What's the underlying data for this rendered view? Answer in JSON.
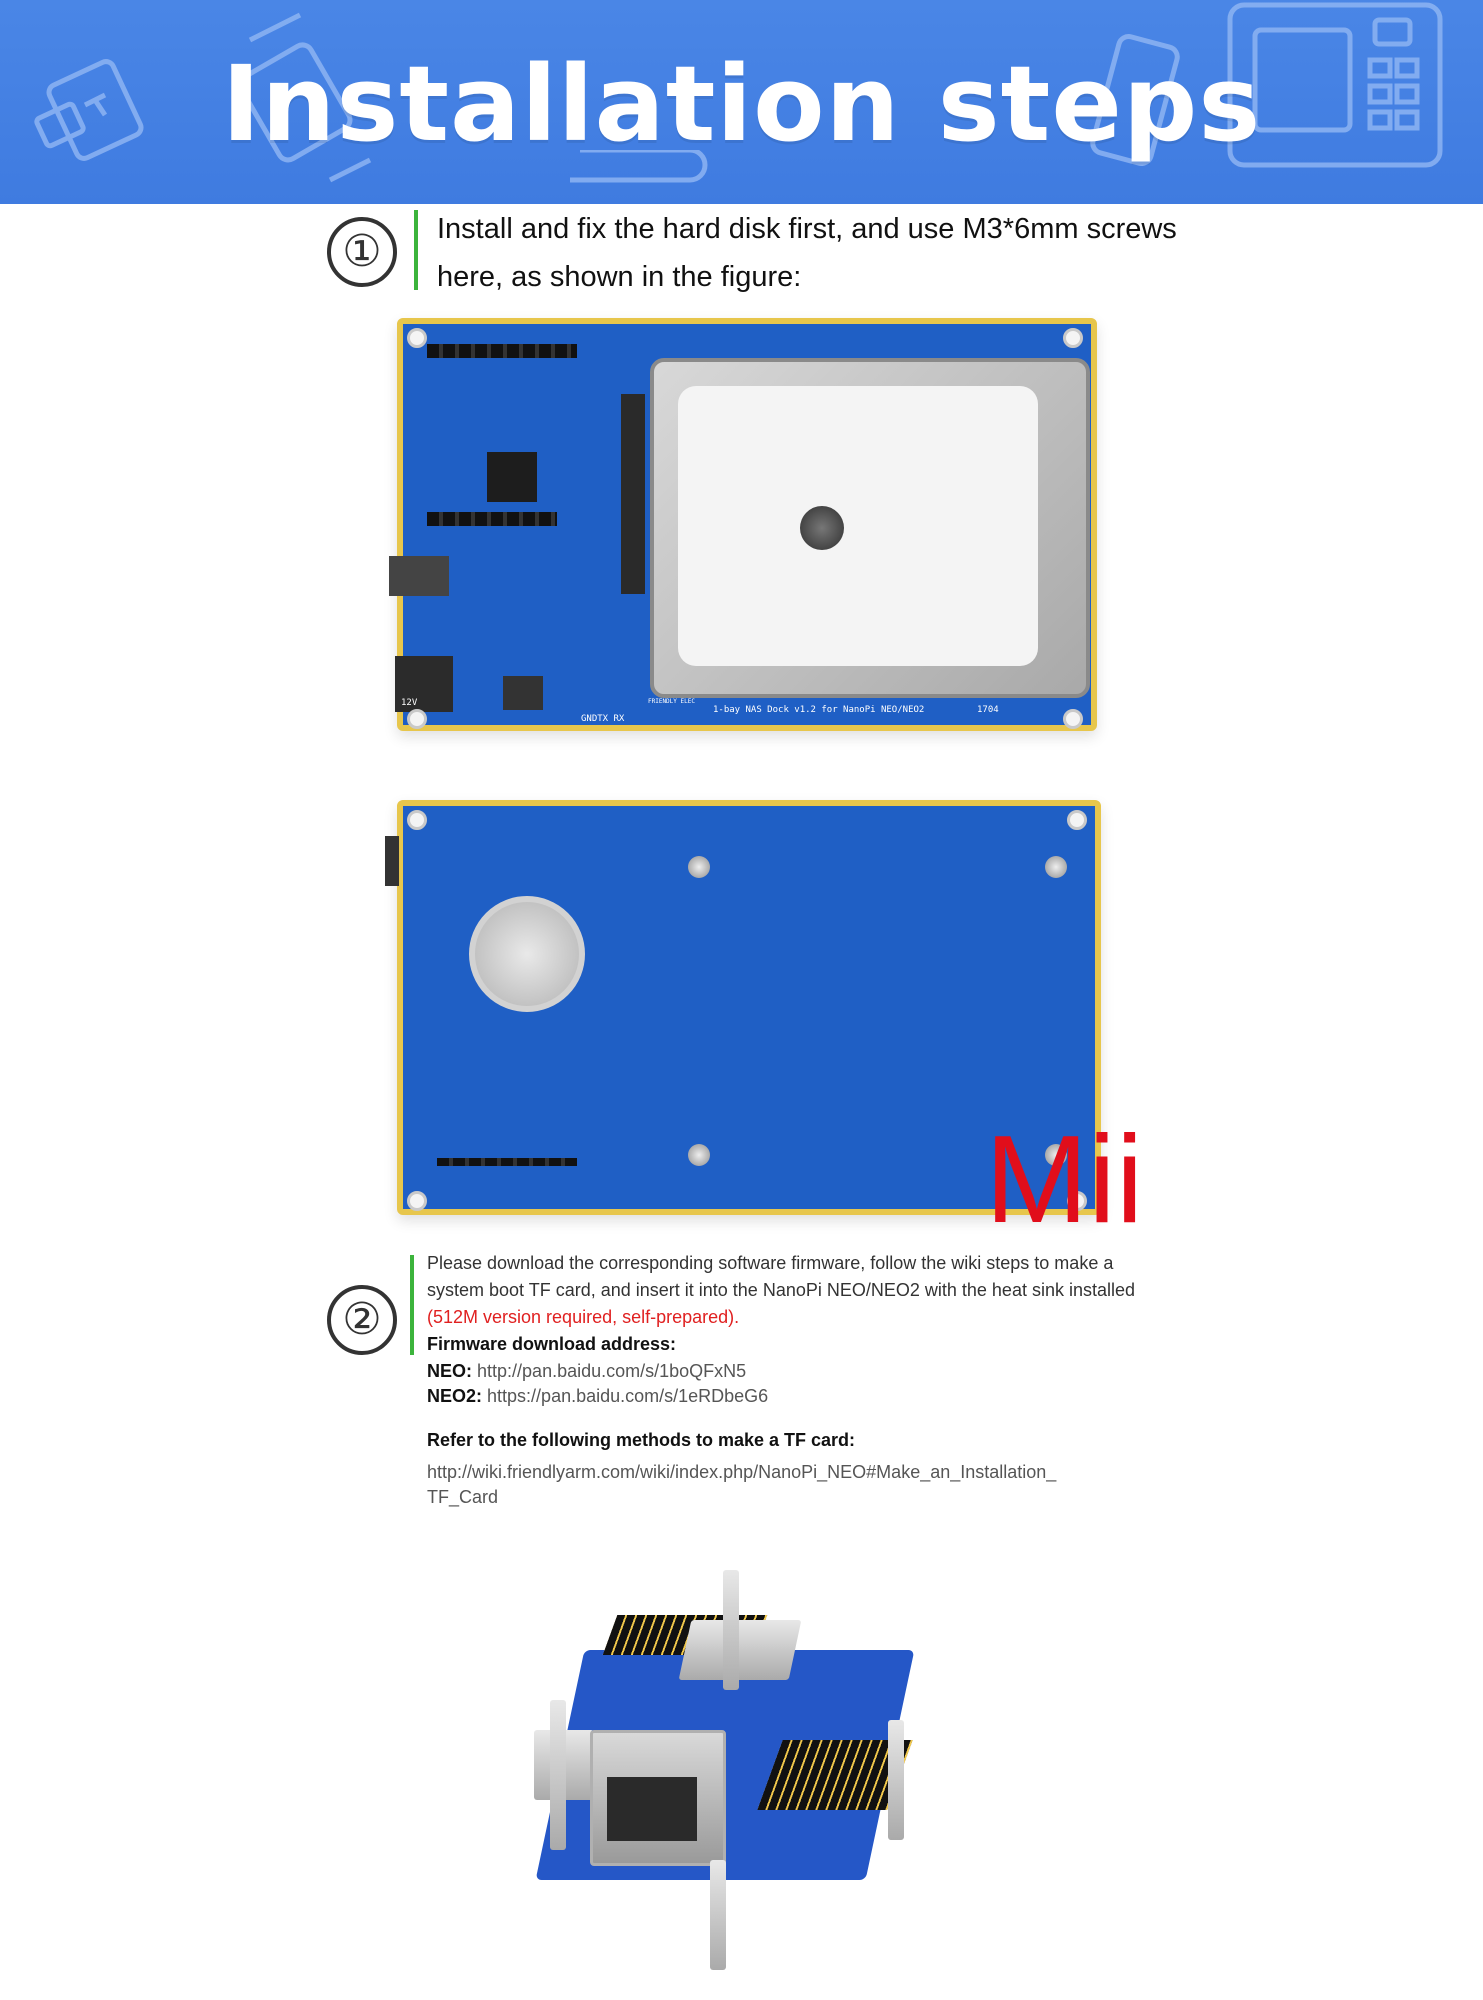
{
  "header": {
    "title": "Installation steps"
  },
  "step1": {
    "number": "①",
    "lines": [
      "Install and fix the hard disk first, and use M3*6mm screws",
      "here, as shown in the figure:"
    ],
    "board_label": "1-bay NAS Dock v1.2 for NanoPi NEO/NEO2",
    "board_code": "1704",
    "power_label": "12V",
    "uart_label": "GNDTX RX",
    "brand_label": "FRIENDLY ELEC"
  },
  "watermark": "Mii",
  "step2": {
    "number": "②",
    "line1": "Please download the corresponding software firmware, follow the wiki steps to make a",
    "line2": "system boot TF card, and insert it into the NanoPi NEO/NEO2 with the heat sink installed",
    "note": "(512M version required, self-prepared).",
    "firmware_heading": "Firmware download address:",
    "neo_label": "NEO:",
    "neo_url": "http://pan.baidu.com/s/1boQFxN5",
    "neo2_label": "NEO2:",
    "neo2_url": "https://pan.baidu.com/s/1eRDbeG6",
    "tf_heading": "Refer to the following methods to make a TF card:",
    "tf_url_line1": "http://wiki.friendlyarm.com/wiki/index.php/NanoPi_NEO#Make_an_Installation_",
    "tf_url_line2": "TF_Card"
  },
  "colors": {
    "banner_blue": "#3f7be0",
    "accent_green": "#3cb43c",
    "note_red": "#e02020",
    "pcb_blue": "#1f5fc5",
    "pcb_gold": "#e7c64c"
  },
  "icons": [
    "usb-drive-icon",
    "smartwatch-icon",
    "paperclip-icon",
    "phone-icon",
    "pos-terminal-icon",
    "battery-icon"
  ]
}
